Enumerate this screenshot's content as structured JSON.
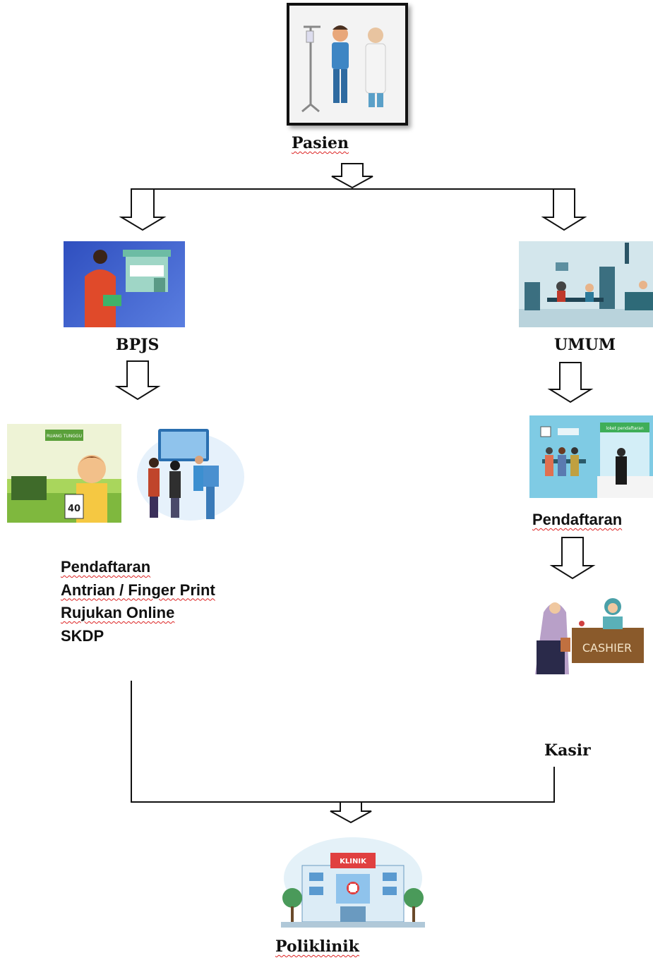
{
  "nodes": {
    "pasien": "Pasien",
    "bpjs": "BPJS",
    "umum": "UMUM",
    "umum_pendaftaran": "Pendaftaran",
    "kasir": "Kasir",
    "poliklinik": "Poliklinik"
  },
  "bpjs_steps": [
    "Pendaftaran",
    "Antrian / Finger Print",
    "Rujukan Online",
    "SKDP"
  ],
  "illustration_text": {
    "waiting_room_sign": "RUANG TUNGGU",
    "queue_number": "40",
    "registration_sign": "loket pendaftaran",
    "cashier_sign": "CASHIER",
    "clinic_sign": "KLINIK"
  },
  "colors": {
    "bpjs_bg": "#3f5fd0",
    "umum_bg": "#cfe3ea",
    "waiting_bg": "#8fc84a",
    "register_bg": "#7fcde6",
    "cashier_counter": "#8a5a2b"
  }
}
